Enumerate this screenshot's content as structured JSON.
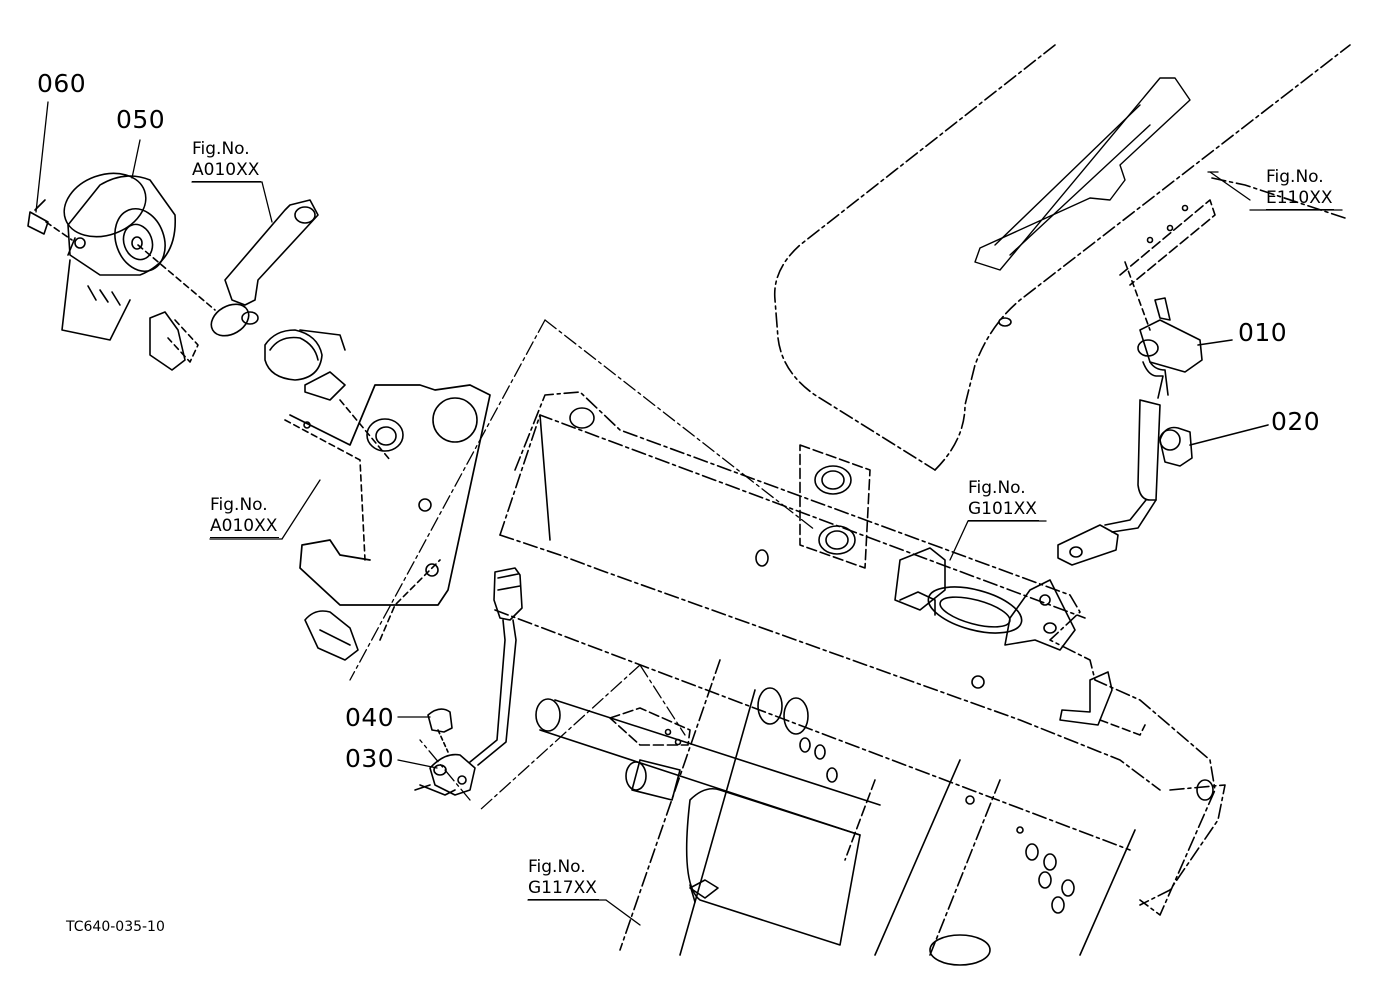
{
  "parts": {
    "p010": "010",
    "p020": "020",
    "p030": "030",
    "p040": "040",
    "p050": "050",
    "p060": "060"
  },
  "fig_refs": {
    "a010_top": {
      "prefix": "Fig.No.",
      "code": "A010XX"
    },
    "a010_mid": {
      "prefix": "Fig.No.",
      "code": "A010XX"
    },
    "e110": {
      "prefix": "Fig.No.",
      "code": "E110XX"
    },
    "g101": {
      "prefix": "Fig.No.",
      "code": "G101XX"
    },
    "g117": {
      "prefix": "Fig.No.",
      "code": "G117XX"
    }
  },
  "drawing_number": "TC640-035-10"
}
